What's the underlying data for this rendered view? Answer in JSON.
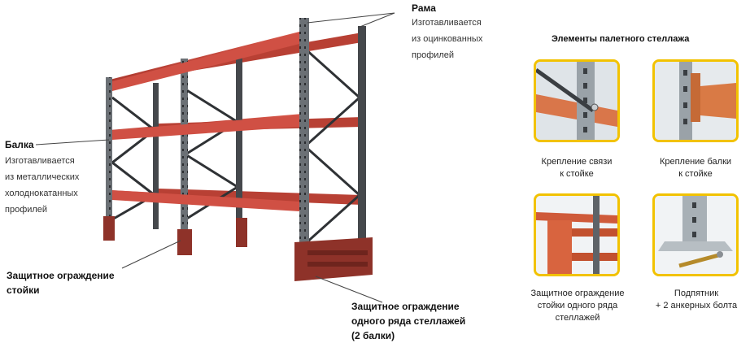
{
  "labels": {
    "frame": {
      "title": "Рама",
      "desc": [
        "Изготавливается",
        "из оцинкованных",
        "профилей"
      ]
    },
    "beam": {
      "title": "Балка",
      "desc": [
        "Изготавливается",
        "из металлических",
        "холоднокатанных",
        "профилей"
      ]
    },
    "upright_guard": {
      "lines": [
        "Защитное ограждение",
        "стойки"
      ]
    },
    "row_guard": {
      "lines": [
        "Защитное ограждение",
        "одного ряда стеллажей",
        "(2 балки)"
      ]
    }
  },
  "elements": {
    "title": "Элементы палетного стеллажа",
    "items": [
      {
        "icon": "brace-connection-photo",
        "caption": [
          "Крепление связи",
          "к стойке"
        ]
      },
      {
        "icon": "beam-connection-photo",
        "caption": [
          "Крепление балки",
          "к стойке"
        ]
      },
      {
        "icon": "row-guard-photo",
        "caption": [
          "Защитное ограждение",
          "стойки одного ряда",
          "стеллажей"
        ]
      },
      {
        "icon": "footplate-photo",
        "caption": [
          "Подпятник",
          "+ 2 анкерных болта"
        ]
      }
    ]
  },
  "colors": {
    "beam": "#c8473a",
    "upright": "#5a5e63",
    "accent": "#f2c200"
  }
}
